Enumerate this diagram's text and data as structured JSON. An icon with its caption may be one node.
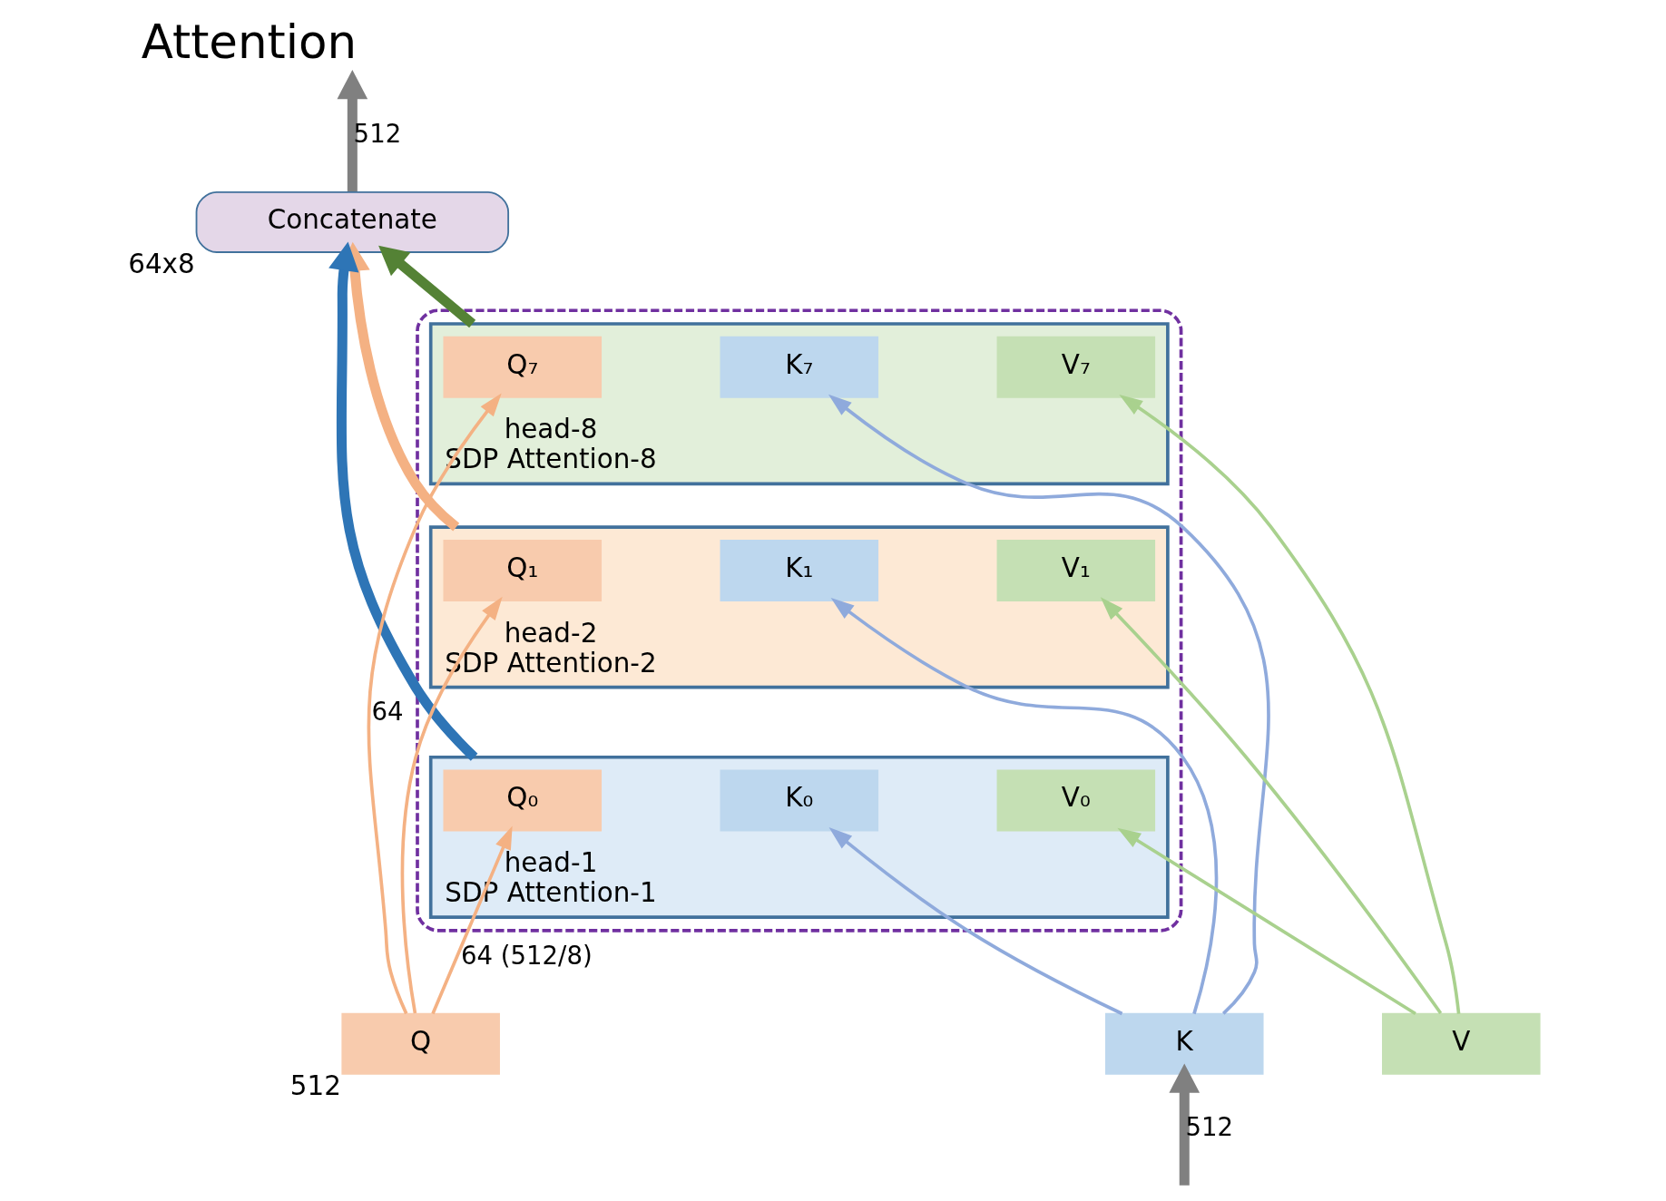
{
  "diagram": {
    "title": "Attention",
    "nodes": [
      {
        "text": [
          "Concatenate"
        ],
        "beside": [
          "64x8"
        ]
      },
      {
        "text": [],
        "shape": "box"
      },
      {
        "text": [
          "head-8",
          "SDP Attention-8"
        ],
        "in": 1
      },
      {
        "text": [
          "Q₇"
        ],
        "in": 2
      },
      {
        "text": [
          "K₇"
        ],
        "in": 2
      },
      {
        "text": [
          "V₇"
        ],
        "in": 2
      },
      {
        "text": [
          "head-2",
          "SDP Attention-2"
        ],
        "in": 1
      },
      {
        "text": [
          "Q₁"
        ],
        "in": 6
      },
      {
        "text": [
          "K₁"
        ],
        "in": 6
      },
      {
        "text": [
          "V₁"
        ],
        "in": 6
      },
      {
        "text": [
          "head-1",
          "SDP Attention-1"
        ],
        "in": 1
      },
      {
        "text": [
          "Q₀"
        ],
        "in": 10
      },
      {
        "text": [
          "K₀"
        ],
        "in": 10
      },
      {
        "text": [
          "V₀"
        ],
        "in": 10
      },
      {
        "text": [
          "Q"
        ],
        "beside": [
          "512"
        ]
      },
      {
        "text": [
          "K"
        ]
      },
      {
        "text": [
          "V"
        ]
      }
    ],
    "edges": [
      {
        "from": 0,
        "to": null,
        "arrow": "to",
        "label": "512",
        "style": "thick",
        "color": "#808080"
      },
      {
        "from": null,
        "to": 15,
        "arrow": "to",
        "label": "512",
        "style": "thick",
        "color": "#808080"
      },
      {
        "from": 14,
        "to": 11,
        "arrow": "to",
        "label": "64 (512/8)",
        "color": "#f4b183"
      },
      {
        "from": 14,
        "to": 7,
        "arrow": "to",
        "color": "#f4b183"
      },
      {
        "from": 14,
        "to": 3,
        "arrow": "to",
        "label": "64",
        "color": "#f4b183"
      },
      {
        "from": 15,
        "to": 12,
        "arrow": "to",
        "color": "#8faadc"
      },
      {
        "from": 15,
        "to": 8,
        "arrow": "to",
        "color": "#8faadc"
      },
      {
        "from": 15,
        "to": 4,
        "arrow": "to",
        "color": "#8faadc"
      },
      {
        "from": 16,
        "to": 13,
        "arrow": "to",
        "color": "#a9d18e"
      },
      {
        "from": 16,
        "to": 9,
        "arrow": "to",
        "color": "#a9d18e"
      },
      {
        "from": 16,
        "to": 5,
        "arrow": "to",
        "color": "#a9d18e"
      },
      {
        "from": 10,
        "to": 0,
        "arrow": "to",
        "style": "thick",
        "color": "#2e75b6"
      },
      {
        "from": 6,
        "to": 0,
        "arrow": "to",
        "style": "thick",
        "color": "#f4b183"
      },
      {
        "from": 2,
        "to": 0,
        "arrow": "to",
        "style": "thick",
        "color": "#548235"
      }
    ]
  }
}
